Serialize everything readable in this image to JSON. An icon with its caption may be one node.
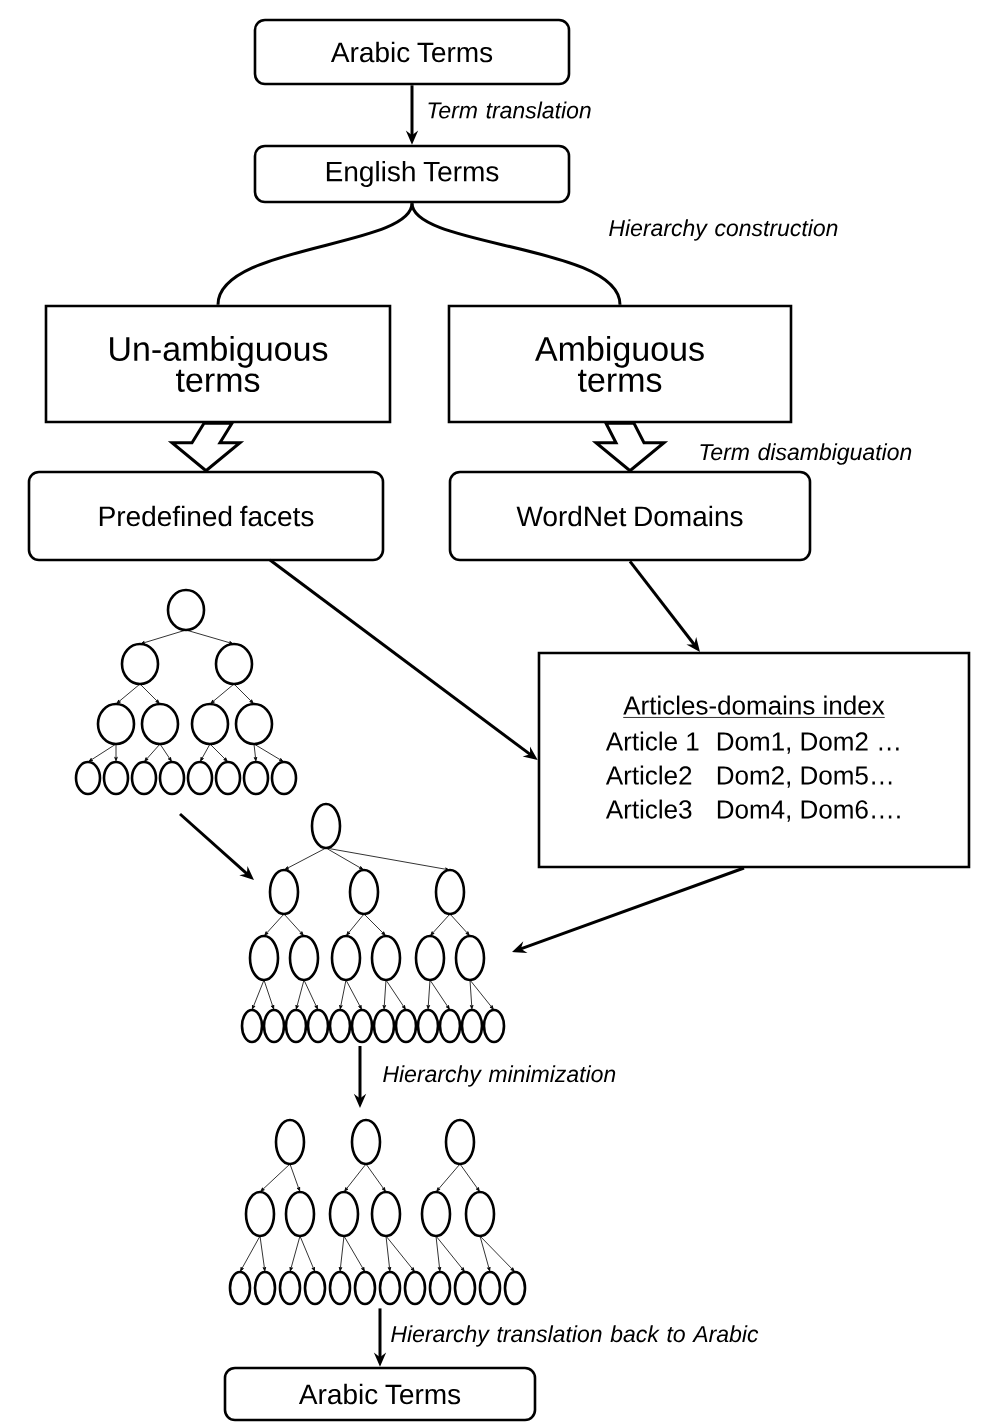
{
  "diagram": {
    "nodes": [
      {
        "text": [
          "Arabic Terms"
        ]
      },
      {
        "text": [
          "English Terms"
        ]
      },
      {
        "text": [
          "Un-ambiguous terms"
        ]
      },
      {
        "text": [
          "Ambiguous terms"
        ]
      },
      {
        "text": [
          "Predefined facets"
        ]
      },
      {
        "text": [
          "WordNet Domains"
        ]
      },
      {
        "text": [
          "Articles-domains index",
          "Article 1",
          "Dom1, Dom2 …",
          "Article2",
          "Dom2, Dom5…",
          "Article3",
          "Dom4, Dom6…."
        ]
      },
      {
        "text": [],
        "shape": "picture"
      },
      {
        "text": [],
        "shape": "picture"
      },
      {
        "text": [],
        "shape": "picture"
      },
      {
        "text": [
          "Arabic Terms"
        ]
      }
    ],
    "edges": [
      {
        "from": 0,
        "to": 1,
        "arrow": "to",
        "label": "Term translation"
      },
      {
        "from": 1,
        "to": 2,
        "arrow": "none"
      },
      {
        "from": 1,
        "to": 3,
        "arrow": "none",
        "label": "Hierarchy construction"
      },
      {
        "from": 2,
        "to": 4,
        "arrow": "to",
        "style": "thick"
      },
      {
        "from": 3,
        "to": 5,
        "arrow": "to",
        "style": "thick",
        "label": "Term disambiguation"
      },
      {
        "from": 4,
        "to": 6,
        "arrow": "to"
      },
      {
        "from": 5,
        "to": 6,
        "arrow": "to"
      },
      {
        "from": 7,
        "to": 8,
        "arrow": "to"
      },
      {
        "from": 6,
        "to": 8,
        "arrow": "to"
      },
      {
        "from": 8,
        "to": 9,
        "arrow": "to",
        "label": "Hierarchy minimization"
      },
      {
        "from": 9,
        "to": 10,
        "arrow": "to",
        "label": "Hierarchy translation back to Arabic"
      }
    ]
  }
}
